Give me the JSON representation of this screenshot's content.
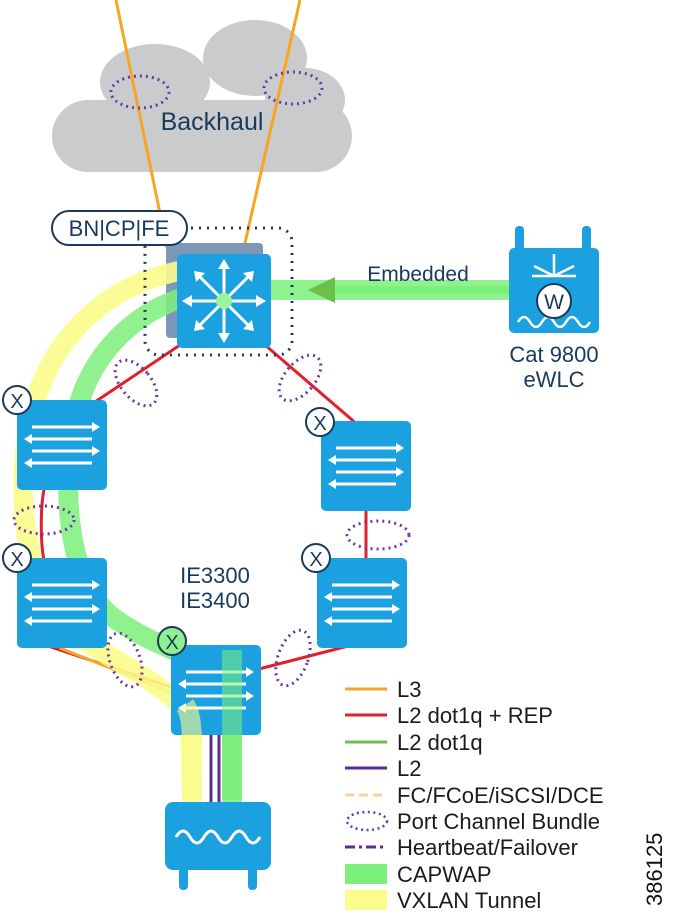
{
  "diagram": {
    "cloud_label": "Backhaul",
    "fabric_role_label": "BN|CP|FE",
    "embedded_label": "Embedded",
    "wlc_label_line1": "Cat 9800",
    "wlc_label_line2": "eWLC",
    "ring_label_line1": "IE3300",
    "ring_label_line2": "IE3400",
    "wlc_badge": "W",
    "ring_switch_badge": "X",
    "node_icons": [
      "router-icon",
      "switch-icon",
      "wireless-controller-icon",
      "access-point-icon"
    ]
  },
  "legend": {
    "items": [
      {
        "label": "L3",
        "style": "solid",
        "color": "#f5a623"
      },
      {
        "label": "L2 dot1q + REP",
        "style": "solid",
        "color": "#e0202a"
      },
      {
        "label": "L2 dot1q",
        "style": "solid",
        "color": "#6cc04a"
      },
      {
        "label": "L2",
        "style": "solid",
        "color": "#5b2d90"
      },
      {
        "label": "FC/FCoE/iSCSI/DCE",
        "style": "dashed",
        "color": "#f8d49a"
      },
      {
        "label": "Port Channel Bundle",
        "style": "dotted-ellipse",
        "color": "#6b3a9e"
      },
      {
        "label": "Heartbeat/Failover",
        "style": "dash-dot",
        "color": "#5b2d90"
      },
      {
        "label": "CAPWAP",
        "style": "band",
        "color": "#7cf07a"
      },
      {
        "label": "VXLAN Tunnel",
        "style": "band",
        "color": "#fcfc8c"
      }
    ]
  },
  "figure_id": "386125",
  "colors": {
    "switch": "#1ba0e0",
    "cloud": "#c9cbcd",
    "capwap": "#7cf07a",
    "vxlan": "#fcfc8c",
    "l3": "#f5a623",
    "rep": "#e0202a",
    "l2": "#5b2d90",
    "bundle": "#6b3a9e",
    "label_text": "#1a3a5c"
  }
}
